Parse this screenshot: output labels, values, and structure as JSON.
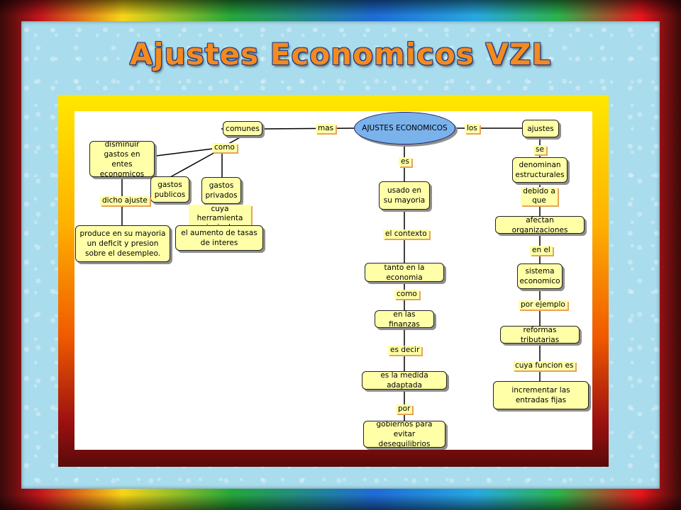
{
  "title": "Ajustes Economicos VZL",
  "concept_map": {
    "root": "AJUSTES ECONOMICOS",
    "left": {
      "link_mas": "mas",
      "comunes": "comunes",
      "link_como": "como",
      "disminuir": "disminuir gastos en entes economicos",
      "gastos_publicos": "gastos publicos",
      "gastos_privados": "gastos privados",
      "link_dicho_ajuste": "dicho ajuste",
      "link_cuya_herramienta": "cuya herramienta principal es",
      "produce": "produce en su mayoria un deficit y presion sobre el desempleo.",
      "aumento_tasas": "el aumento de tasas de interes"
    },
    "center": {
      "link_es": "es",
      "usado": "usado en su mayoria",
      "link_contexto": "el contexto",
      "tanto": "tanto en la economia",
      "link_como": "como",
      "finanzas": "en las finanzas",
      "link_es_decir": "es decir",
      "medida": "es la medida adaptada",
      "link_por": "por",
      "gobiernos": "gobiernos para evitar desequilibrios"
    },
    "right": {
      "link_los": "los",
      "ajustes": "ajustes",
      "link_se": "se",
      "denominan": "denominan estructurales",
      "link_debido": "debido a que",
      "afectan": "afectan organizaciones",
      "link_en_el": "en el",
      "sistema": "sistema economico",
      "link_por_ejemplo": "por ejemplo",
      "reformas": "reformas tributarias",
      "link_cuya_funcion": "cuya funcion es",
      "incrementar": "incrementar las entradas fijas"
    }
  }
}
